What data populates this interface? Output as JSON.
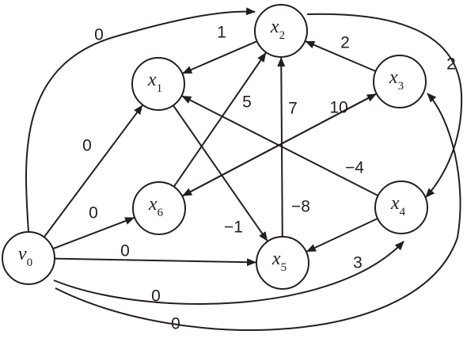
{
  "graph": {
    "nodes": [
      {
        "id": "v0",
        "base": "v",
        "sub": "0"
      },
      {
        "id": "x1",
        "base": "x",
        "sub": "1"
      },
      {
        "id": "x2",
        "base": "x",
        "sub": "2"
      },
      {
        "id": "x3",
        "base": "x",
        "sub": "3"
      },
      {
        "id": "x4",
        "base": "x",
        "sub": "4"
      },
      {
        "id": "x5",
        "base": "x",
        "sub": "5"
      },
      {
        "id": "x6",
        "base": "x",
        "sub": "6"
      }
    ],
    "edges": [
      {
        "from": "v0",
        "to": "x2",
        "weight": "0"
      },
      {
        "from": "v0",
        "to": "x1",
        "weight": "0"
      },
      {
        "from": "v0",
        "to": "x6",
        "weight": "0"
      },
      {
        "from": "v0",
        "to": "x5",
        "weight": "0"
      },
      {
        "from": "v0",
        "to": "x4",
        "weight": "0"
      },
      {
        "from": "v0",
        "to": "x3",
        "weight": "0"
      },
      {
        "from": "x2",
        "to": "x1",
        "weight": "1"
      },
      {
        "from": "x3",
        "to": "x2",
        "weight": "2"
      },
      {
        "from": "x2",
        "to": "x4",
        "weight": "2"
      },
      {
        "from": "x6",
        "to": "x2",
        "weight": "5"
      },
      {
        "from": "x5",
        "to": "x2",
        "weight": "7"
      },
      {
        "from": "x6",
        "to": "x3",
        "weight": "10"
      },
      {
        "from": "x4",
        "to": "x1",
        "weight": "−4"
      },
      {
        "from": "x3",
        "to": "x6",
        "weight": "−8"
      },
      {
        "from": "x1",
        "to": "x5",
        "weight": "−1"
      },
      {
        "from": "x4",
        "to": "x5",
        "weight": "3"
      }
    ]
  },
  "colors": {
    "ink": "#231f20",
    "background": "#ffffff"
  }
}
